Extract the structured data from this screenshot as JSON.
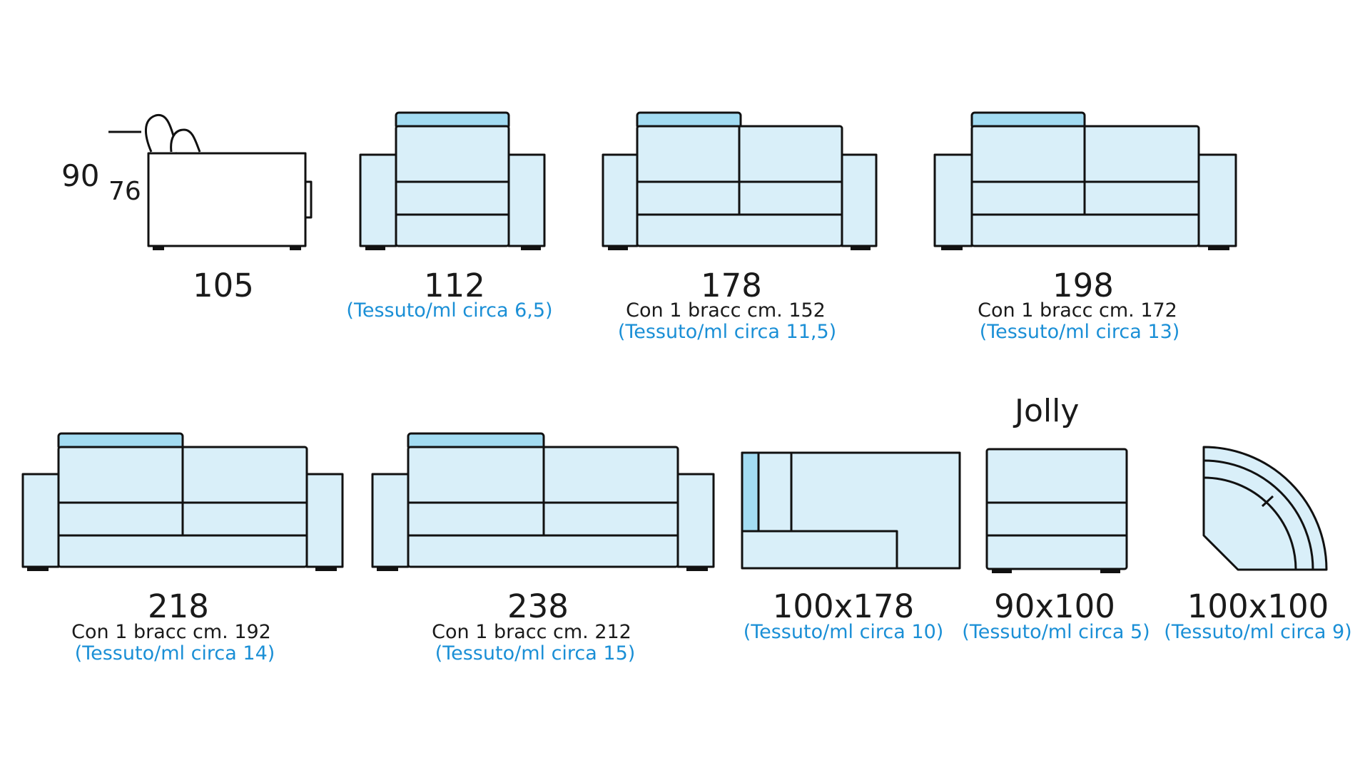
{
  "colors": {
    "body": "#d9eff9",
    "headrest": "#a3dcf2",
    "stroke": "#111111",
    "fabric_text": "#1a8fd6"
  },
  "side_view": {
    "height_total": "90",
    "seat_height": "76",
    "width": "105"
  },
  "jolly_label": "Jolly",
  "items": [
    {
      "id": "112",
      "dim": "112",
      "note": "",
      "fabric": "(Tessuto/ml circa 6,5)"
    },
    {
      "id": "178",
      "dim": "178",
      "note": "Con 1 bracc cm. 152",
      "fabric": "(Tessuto/ml circa 11,5)"
    },
    {
      "id": "198",
      "dim": "198",
      "note": "Con 1 bracc cm. 172",
      "fabric": "(Tessuto/ml circa 13)"
    },
    {
      "id": "218",
      "dim": "218",
      "note": "Con 1 bracc cm. 192",
      "fabric": "(Tessuto/ml circa 14)"
    },
    {
      "id": "238",
      "dim": "238",
      "note": "Con 1 bracc cm. 212",
      "fabric": "(Tessuto/ml circa 15)"
    },
    {
      "id": "100x178",
      "dim": "100x178",
      "note": "",
      "fabric": "(Tessuto/ml circa 10)"
    },
    {
      "id": "90x100",
      "dim": "90x100",
      "note": "",
      "fabric": "(Tessuto/ml circa 5)"
    },
    {
      "id": "100x100",
      "dim": "100x100",
      "note": "",
      "fabric": "(Tessuto/ml circa 9)"
    }
  ]
}
